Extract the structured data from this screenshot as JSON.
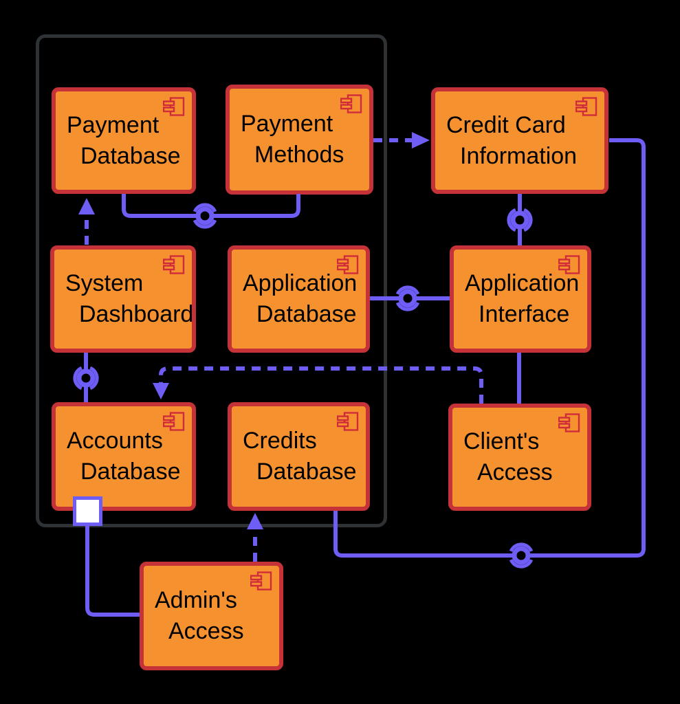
{
  "diagram": {
    "kind": "uml-component-diagram",
    "colors": {
      "background": "#000000",
      "component_fill": "#F6912F",
      "component_border": "#C53238",
      "component_icon": "#D02B3B",
      "connector": "#6F5EF6",
      "container_border": "#2E3235",
      "port_fill": "#FFFFFF",
      "label": "#000000"
    },
    "components": {
      "payment_database": {
        "line1": "Payment",
        "line2": "Database"
      },
      "payment_methods": {
        "line1": "Payment",
        "line2": "Methods"
      },
      "credit_card_information": {
        "line1": "Credit Card",
        "line2": "Information"
      },
      "system_dashboard": {
        "line1": "System",
        "line2": "Dashboard"
      },
      "application_database": {
        "line1": "Application",
        "line2": "Database"
      },
      "application_interface": {
        "line1": "Application",
        "line2": "Interface"
      },
      "accounts_database": {
        "line1": "Accounts",
        "line2": "Database"
      },
      "credits_database": {
        "line1": "Credits",
        "line2": "Database"
      },
      "clients_access": {
        "line1": "Client's",
        "line2": "Access"
      },
      "admins_access": {
        "line1": "Admin's",
        "line2": "Access"
      }
    },
    "container_members": [
      "payment_database",
      "payment_methods",
      "system_dashboard",
      "application_database",
      "accounts_database",
      "credits_database"
    ],
    "connectors": [
      {
        "from": "payment_methods",
        "to": "credit_card_information",
        "type": "dependency-dashed-arrow"
      },
      {
        "from": "payment_database",
        "to": "payment_methods",
        "type": "assembly-ball-socket"
      },
      {
        "from": "system_dashboard",
        "to": "payment_database",
        "type": "dependency-dashed-arrow"
      },
      {
        "from": "application_database",
        "to": "application_interface",
        "type": "assembly-ball-socket"
      },
      {
        "from": "credit_card_information",
        "to": "application_interface",
        "type": "assembly-ball-socket"
      },
      {
        "from": "application_interface",
        "to": "clients_access",
        "type": "association-solid"
      },
      {
        "from": "system_dashboard",
        "to": "accounts_database",
        "type": "assembly-ball-socket"
      },
      {
        "from": "clients_access",
        "to": "accounts_database",
        "type": "dependency-dashed-arrow"
      },
      {
        "from": "admins_access",
        "to": "credits_database",
        "type": "dependency-dashed-arrow"
      },
      {
        "from": "admins_access",
        "to": "accounts_database",
        "type": "association-via-port"
      },
      {
        "from": "credits_database",
        "to": "credit_card_information",
        "type": "assembly-ball-socket"
      }
    ]
  }
}
